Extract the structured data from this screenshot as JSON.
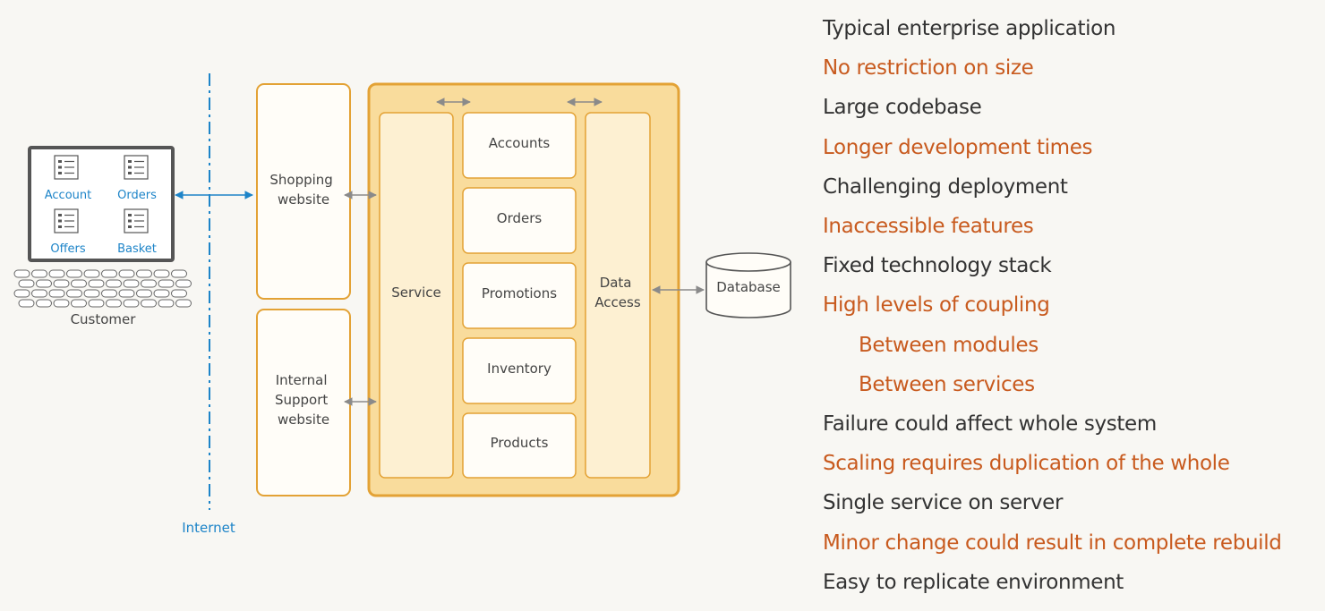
{
  "colors": {
    "background": "#f8f7f3",
    "dark_text": "#333333",
    "accent_text": "#c85a1e",
    "box_border": "#e3a235",
    "box_fill": "#fffdf8",
    "container_fill": "#f9dc9c",
    "inner_column_fill": "#fdf0d2",
    "link_blue": "#1d84c8",
    "arrow_gray": "#8a8a8a"
  },
  "customer": {
    "label": "Customer",
    "icons": [
      {
        "icon": "list-document-icon",
        "label": "Account"
      },
      {
        "icon": "list-document-icon",
        "label": "Orders"
      },
      {
        "icon": "list-document-icon",
        "label": "Offers"
      },
      {
        "icon": "list-document-icon",
        "label": "Basket"
      }
    ]
  },
  "internet_label": "Internet",
  "websites": {
    "shopping": [
      "Shopping",
      "website"
    ],
    "support": [
      "Internal",
      "Support",
      "website"
    ]
  },
  "monolith": {
    "service_label": "Service",
    "modules": [
      "Accounts",
      "Orders",
      "Promotions",
      "Inventory",
      "Products"
    ],
    "data_access": [
      "Data",
      "Access"
    ]
  },
  "database_label": "Database",
  "list_items": [
    {
      "text": "Typical enterprise application",
      "style": "dark"
    },
    {
      "text": "No restriction on size",
      "style": "accent"
    },
    {
      "text": "Large codebase",
      "style": "dark"
    },
    {
      "text": "Longer development times",
      "style": "accent"
    },
    {
      "text": "Challenging deployment",
      "style": "dark"
    },
    {
      "text": "Inaccessible features",
      "style": "accent"
    },
    {
      "text": "Fixed technology stack",
      "style": "dark"
    },
    {
      "text": "High levels of coupling",
      "style": "accent"
    },
    {
      "text": "Between modules",
      "style": "accent indent"
    },
    {
      "text": "Between services",
      "style": "accent indent"
    },
    {
      "text": "Failure could affect whole system",
      "style": "dark"
    },
    {
      "text": "Scaling requires duplication of the whole",
      "style": "accent"
    },
    {
      "text": "Single service on server",
      "style": "dark"
    },
    {
      "text": "Minor change could result in complete rebuild",
      "style": "accent"
    },
    {
      "text": "Easy to replicate environment",
      "style": "dark"
    }
  ]
}
